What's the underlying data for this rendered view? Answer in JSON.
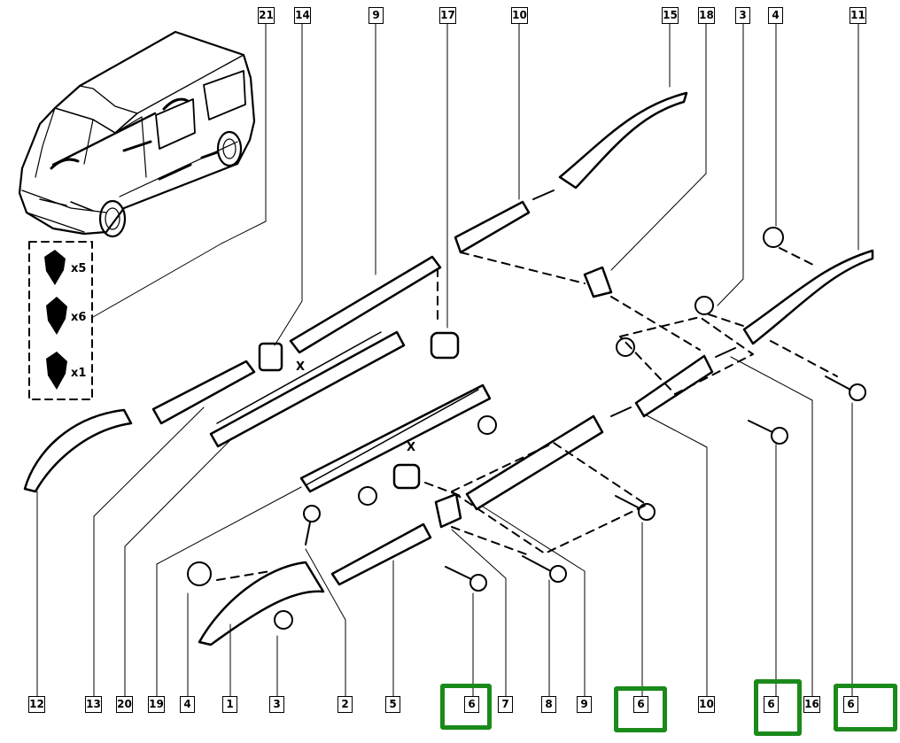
{
  "diagram": {
    "title": "",
    "type": "exploded-parts-diagram",
    "subject": "Van side protection mouldings, wheel-arch extensions and fasteners",
    "highlight_color": "#1a8a1a",
    "callouts_top": [
      "21",
      "14",
      "9",
      "17",
      "10",
      "15",
      "18",
      "3",
      "4",
      "11"
    ],
    "callouts_bottom": [
      "12",
      "13",
      "20",
      "19",
      "4",
      "1",
      "3",
      "2",
      "5",
      "6",
      "7",
      "8",
      "9",
      "6",
      "10",
      "6",
      "16",
      "6"
    ],
    "highlighted_callout": "6",
    "highlighted_count": 4,
    "clip_kit": [
      {
        "qty": "x5"
      },
      {
        "qty": "x6"
      },
      {
        "qty": "x1"
      }
    ],
    "dimension_labels": [
      "X",
      "X"
    ]
  }
}
